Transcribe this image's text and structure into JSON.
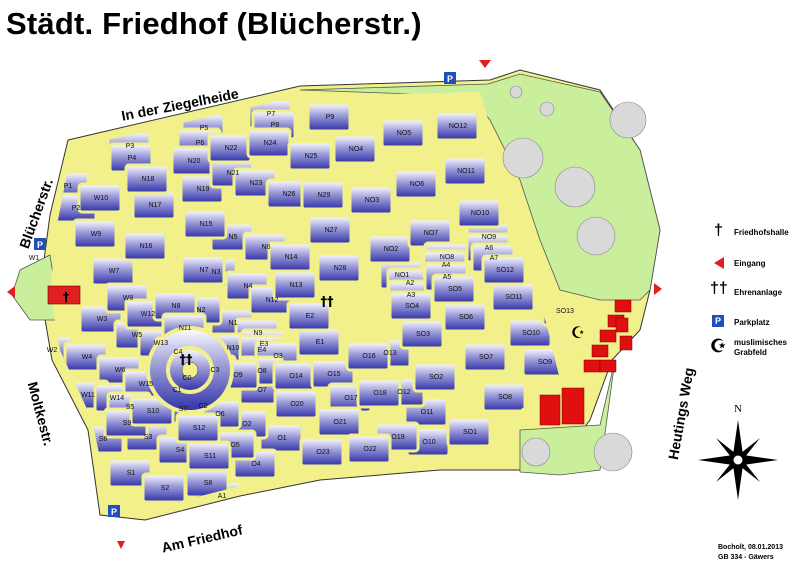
{
  "title": "Städt. Friedhof (Blücherstr.)",
  "streets": {
    "north": "In der Ziegelheide",
    "west_upper": "Blücherstr.",
    "west_lower": "Moltkestr.",
    "south": "Am Friedhof",
    "east": "Heutings Weg"
  },
  "legend": {
    "hall": "Friedhofshalle",
    "entrance": "Eingang",
    "memorial": "Ehrenanlage",
    "parking": "Parkplatz",
    "muslim_line1": "muslimisches",
    "muslim_line2": "Grabfeld"
  },
  "compass": "N",
  "parking_symbol": "P",
  "footer": {
    "line1": "Bocholt, 08.01.2013",
    "line2": "GB 334 - Gäwers"
  },
  "colors": {
    "plot_dark": "#2f2fa8",
    "plot_light": "#ffffff",
    "path": "#f2f08a",
    "green": "#c9ef9d",
    "entrance": "#e02020",
    "muslim": "#e01010",
    "parking": "#1f4fb8"
  },
  "fields": [
    "P1",
    "P2",
    "P3",
    "P4",
    "P5",
    "P6",
    "P7",
    "P8",
    "P9",
    "W1",
    "W2",
    "W3",
    "W4",
    "W5",
    "W6",
    "W7",
    "W8",
    "W9",
    "W10",
    "W11",
    "W12",
    "W13",
    "W14",
    "W15",
    "N1",
    "N2",
    "N3",
    "N4",
    "N5",
    "N6",
    "N7",
    "N8",
    "N9",
    "N10",
    "N11",
    "N12",
    "N13",
    "N14",
    "N15",
    "N16",
    "N17",
    "N18",
    "N19",
    "N20",
    "N21",
    "N22",
    "N23",
    "N24",
    "N25",
    "N26",
    "N27",
    "N28",
    "N29",
    "NO1",
    "NO2",
    "NO3",
    "NO4",
    "NO5",
    "NO6",
    "NO7",
    "NO8",
    "NO9",
    "NO10",
    "NO11",
    "NO12",
    "E1",
    "E2",
    "E3",
    "E4",
    "C0",
    "C1",
    "C2",
    "C3",
    "C4",
    "O1",
    "O2",
    "O3",
    "O4",
    "O5",
    "O6",
    "O7",
    "O8",
    "O9",
    "O10",
    "O11",
    "O12",
    "O13",
    "O14",
    "O15",
    "O16",
    "O17",
    "O18",
    "O19",
    "O20",
    "O21",
    "O22",
    "O23",
    "A1",
    "A2",
    "A3",
    "A4",
    "A5",
    "A6",
    "A7",
    "S1",
    "S2",
    "S3",
    "S4",
    "S5",
    "S6",
    "S7",
    "S8",
    "S9",
    "S10",
    "S11",
    "S12",
    "SO1",
    "SO2",
    "SO3",
    "SO4",
    "SO5",
    "SO6",
    "SO7",
    "SO8",
    "SO9",
    "SO10",
    "SO11",
    "SO12",
    "SO13"
  ]
}
